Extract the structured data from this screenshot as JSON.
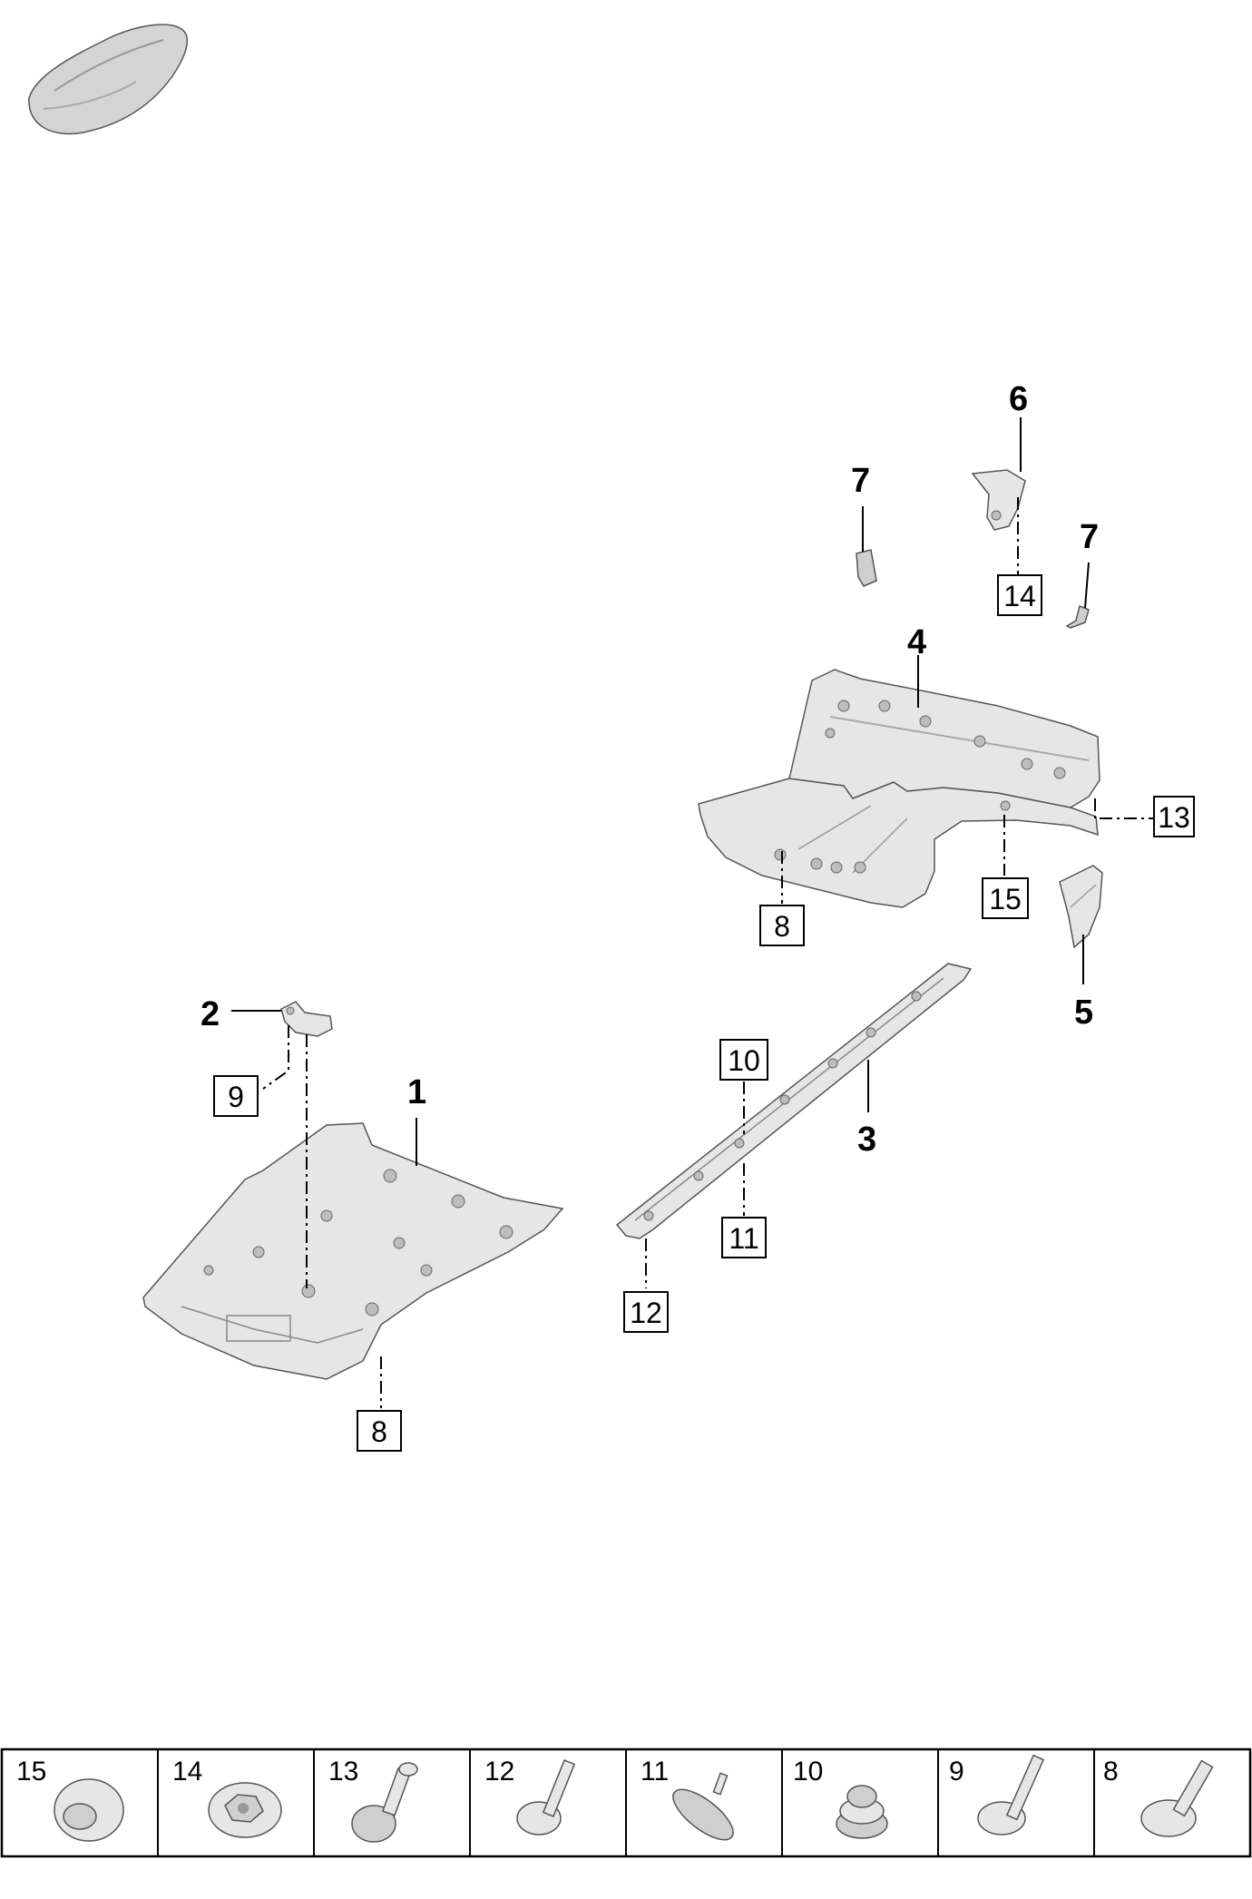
{
  "callouts": {
    "c1": "1",
    "c2": "2",
    "c3": "3",
    "c4": "4",
    "c5": "5",
    "c6": "6",
    "c7a": "7",
    "c7b": "7"
  },
  "boxed": {
    "b8a": "8",
    "b8b": "8",
    "b9": "9",
    "b10": "10",
    "b11": "11",
    "b12": "12",
    "b13": "13",
    "b14": "14",
    "b15": "15"
  },
  "strip": [
    "15",
    "14",
    "13",
    "12",
    "11",
    "10",
    "9",
    "8"
  ],
  "icons": {
    "car": "car-thumbnail-icon",
    "fastener_types": [
      "flange-nut",
      "hex-nut",
      "push-clip",
      "bolt",
      "rivet-clip",
      "grommet-nut",
      "bolt",
      "bolt"
    ]
  }
}
